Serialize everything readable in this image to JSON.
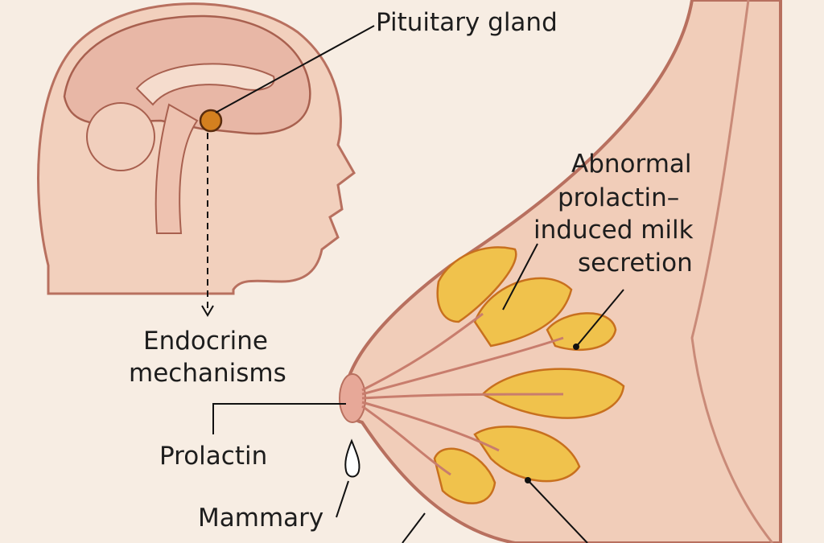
{
  "labels": {
    "pituitary": "Pituitary gland",
    "endocrine_line1": "Endocrine",
    "endocrine_line2": "mechanisms",
    "prolactin": "Prolactin",
    "mammary": "Mammary",
    "abnormal_line1": "Abnormal",
    "abnormal_line2": "prolactin–",
    "abnormal_line3": "induced milk",
    "abnormal_line4": "secretion"
  },
  "colors": {
    "background": "#f7ede3",
    "skin": "#f2d2c0",
    "outline": "#b8705f",
    "lobule": "#f0c24c",
    "gland": "#c8701e"
  }
}
